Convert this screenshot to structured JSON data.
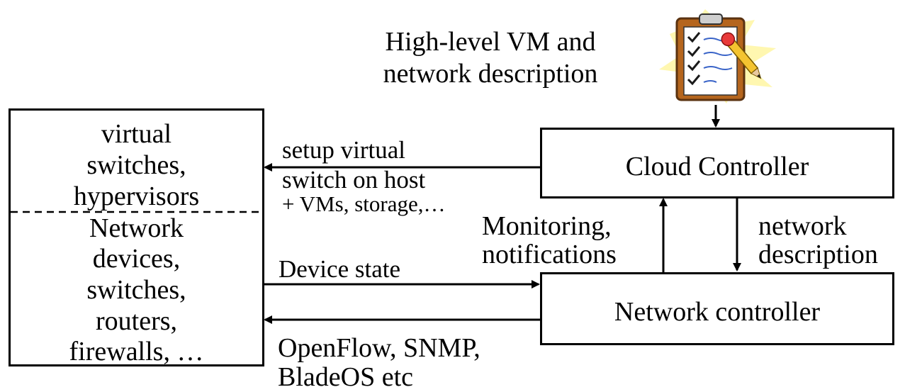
{
  "input": {
    "line1": "High-level VM and",
    "line2": "network description",
    "clipboard_icon": "clipboard-checklist-icon"
  },
  "left_box": {
    "top_lines": [
      "virtual",
      "switches,",
      "hypervisors"
    ],
    "bottom_lines": [
      "Network",
      "devices,",
      "switches,",
      "routers,",
      "firewalls, …"
    ]
  },
  "cloud_controller": {
    "label": "Cloud Controller"
  },
  "network_controller": {
    "label": "Network controller"
  },
  "arrows": {
    "setup": {
      "line1": "setup virtual",
      "line2": "switch on host",
      "line3": "+ VMs, storage,…"
    },
    "monitoring": {
      "line1": "Monitoring,",
      "line2": "notifications"
    },
    "network_description": {
      "line1": "network",
      "line2": "description"
    },
    "device_state": {
      "label": "Device state"
    },
    "protocols": {
      "line1": "OpenFlow, SNMP,",
      "line2": "BladeOS etc"
    }
  }
}
